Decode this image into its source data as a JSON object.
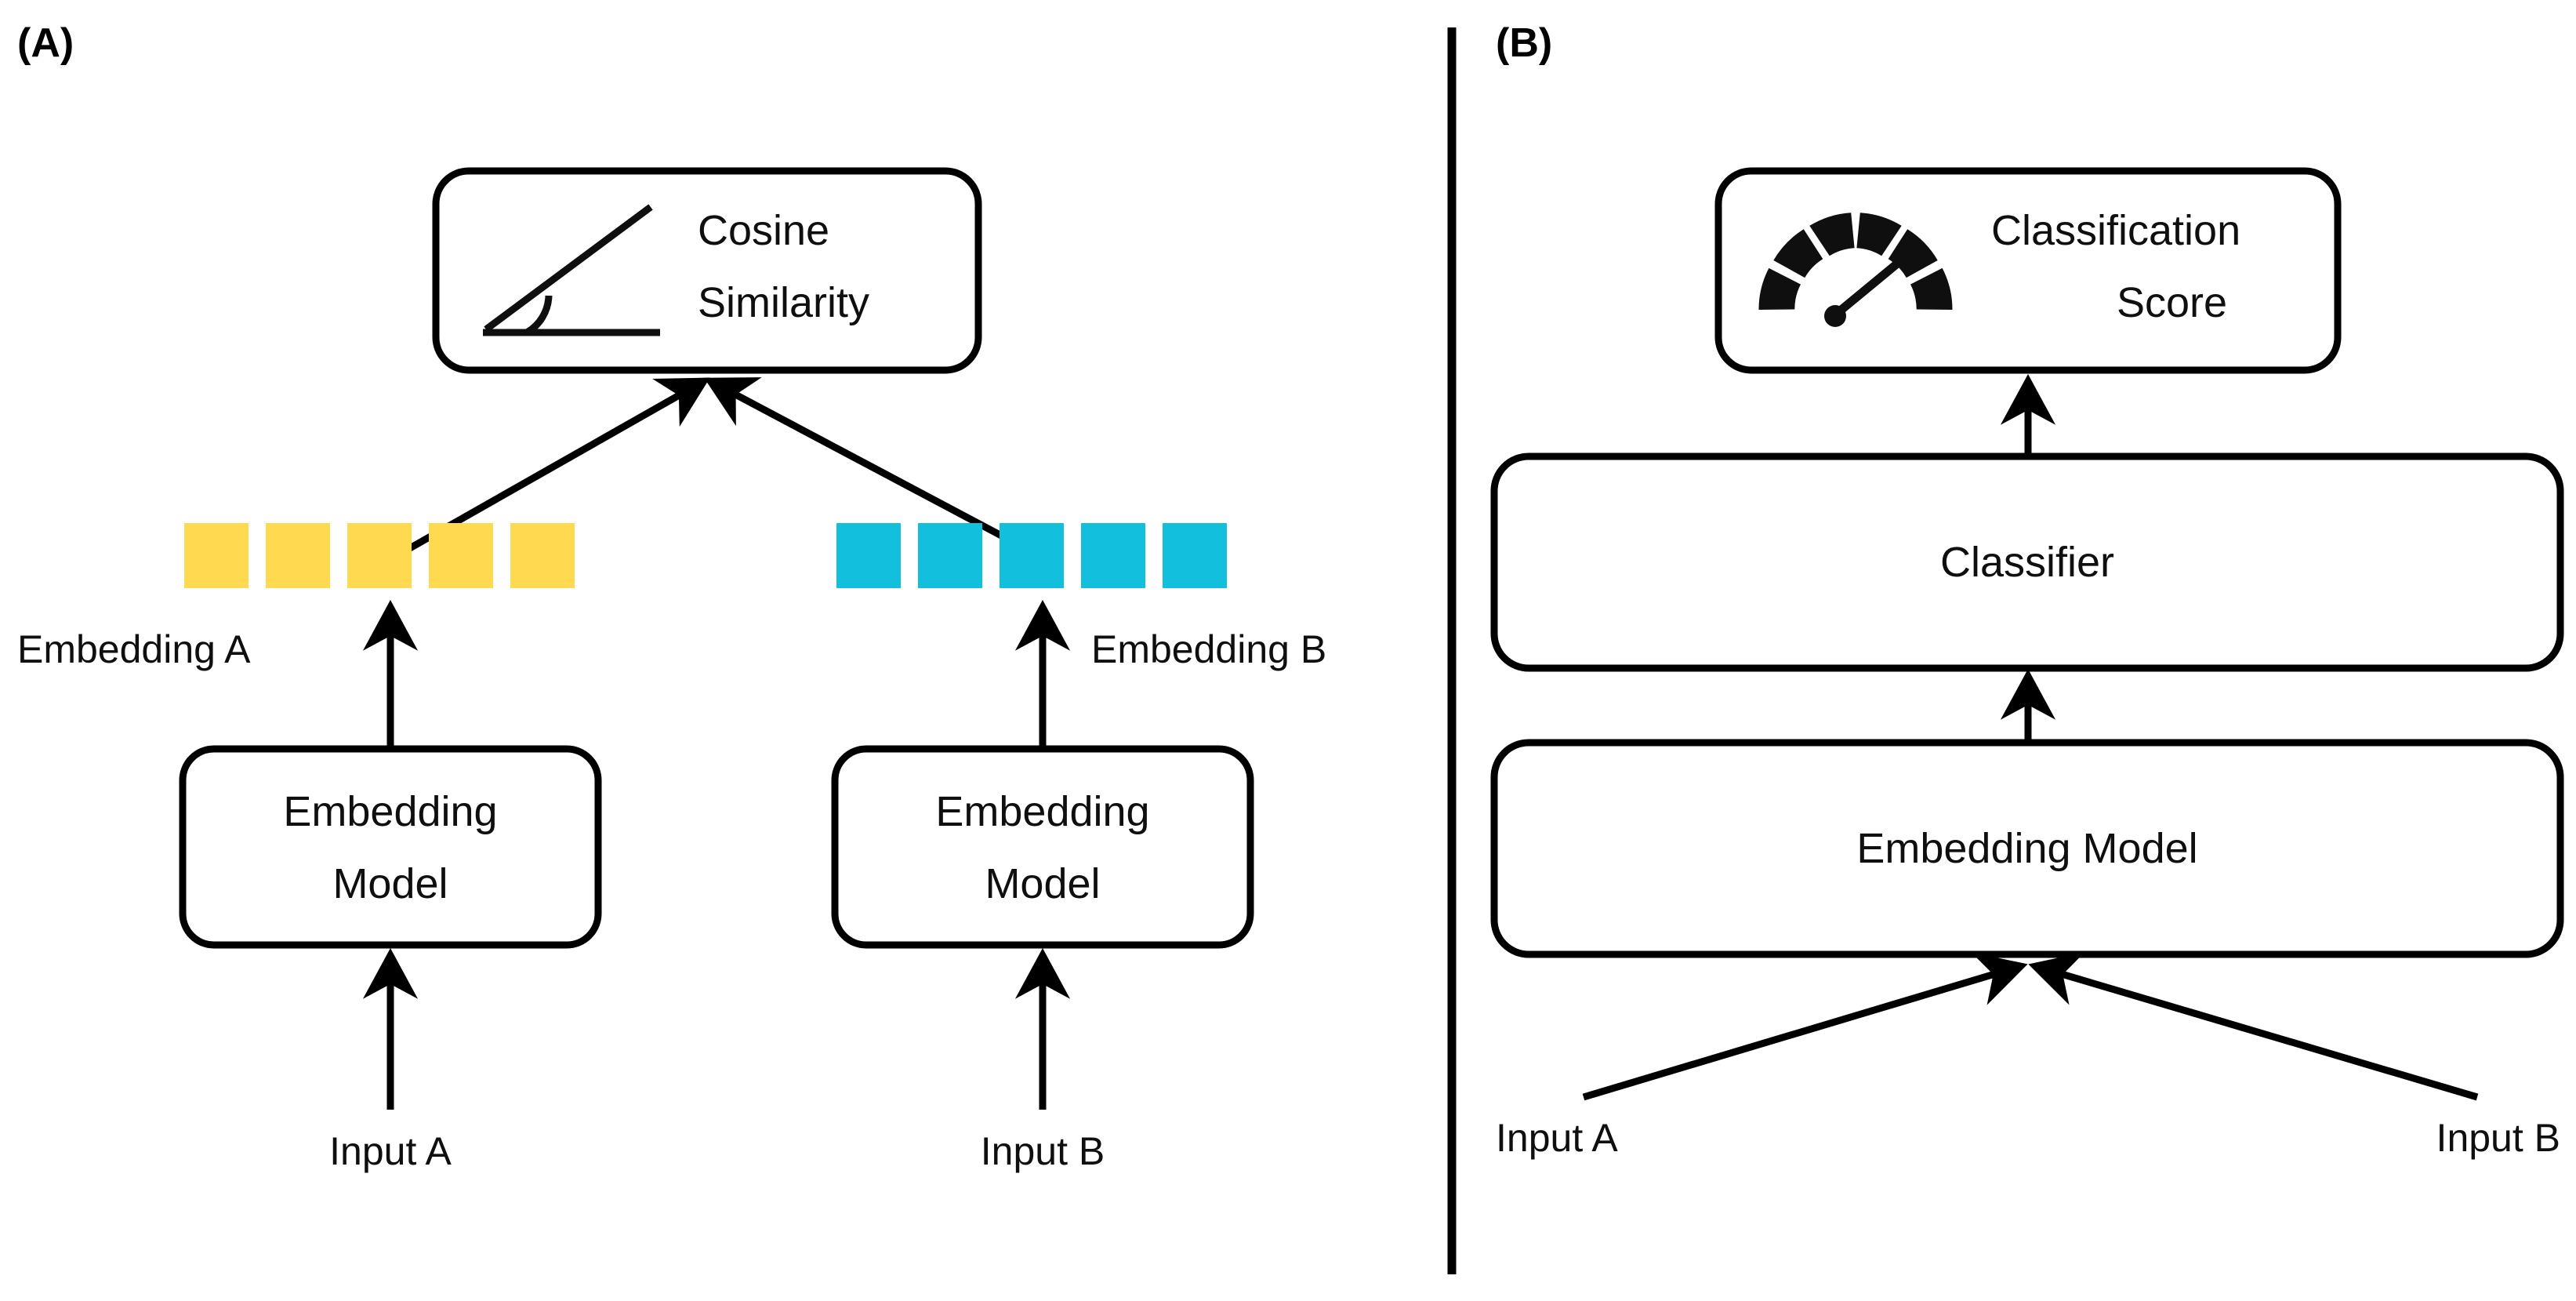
{
  "figure": {
    "background_color": "#ffffff",
    "line_color": "#000000",
    "text_color": "#0f0f0f"
  },
  "panels": [
    {
      "id": "A",
      "label": "(A)",
      "title_node": {
        "label_line1": "Cosine",
        "label_line2": "Similarity",
        "icon": "angle-icon"
      },
      "embedding_rows": [
        {
          "name": "Embedding A",
          "color": "#FFD94F",
          "cells": 5
        },
        {
          "name": "Embedding B",
          "color": "#12BFDD",
          "cells": 5
        }
      ],
      "models": [
        {
          "label_line1": "Embedding",
          "label_line2": "Model"
        },
        {
          "label_line1": "Embedding",
          "label_line2": "Model"
        }
      ],
      "inputs": [
        "Input A",
        "Input B"
      ]
    },
    {
      "id": "B",
      "label": "(B)",
      "title_node": {
        "label_line1": "Classification",
        "label_line2": "Score",
        "icon": "gauge-icon"
      },
      "stack": [
        {
          "label": "Classifier"
        },
        {
          "label": "Embedding Model"
        }
      ],
      "inputs": [
        "Input A",
        "Input B"
      ]
    }
  ],
  "colors": {
    "embedding_a": "#FFD94F",
    "embedding_b": "#12BFDD",
    "stroke": "#000000"
  }
}
